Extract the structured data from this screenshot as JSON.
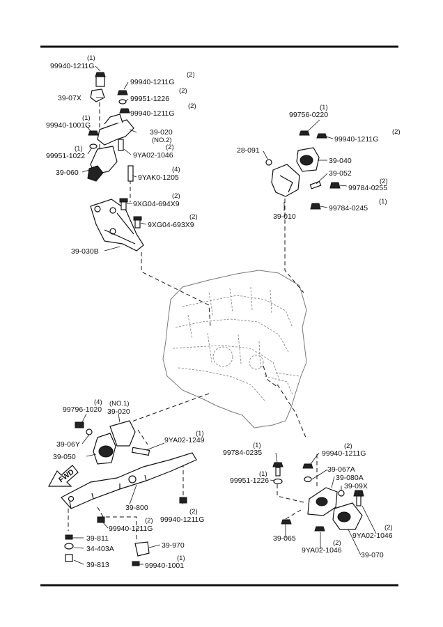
{
  "callouts": {
    "c1": {
      "code": "99940-1211G",
      "qty": "(1)"
    },
    "c2": {
      "code": "99940-1211G",
      "qty": "(2)"
    },
    "c3": {
      "code": "39-07X",
      "qty": ""
    },
    "c4": {
      "code": "99951-1226",
      "qty": "(2)"
    },
    "c5": {
      "code": "99940-1211G",
      "qty": "(2)"
    },
    "c6": {
      "code": "99940-1001G",
      "qty": "(1)"
    },
    "c7": {
      "code": "39-020",
      "qty": "(NO.2)"
    },
    "c8": {
      "code": "99951-1022",
      "qty": "(1)"
    },
    "c9": {
      "code": "9YA02-1046",
      "qty": "(2)"
    },
    "c10": {
      "code": "39-060",
      "qty": ""
    },
    "c11": {
      "code": "9YAK0-1205",
      "qty": "(4)"
    },
    "c12": {
      "code": "9XG04-694X9",
      "qty": "(2)"
    },
    "c13": {
      "code": "9XG04-693X9",
      "qty": "(2)"
    },
    "c14": {
      "code": "39-030B",
      "qty": ""
    },
    "c15": {
      "code": "99756-0220",
      "qty": "(1)"
    },
    "c16": {
      "code": "99940-1211G",
      "qty": "(2)"
    },
    "c17": {
      "code": "28-091",
      "qty": ""
    },
    "c18": {
      "code": "39-040",
      "qty": ""
    },
    "c19": {
      "code": "39-052",
      "qty": ""
    },
    "c20": {
      "code": "99784-0255",
      "qty": "(2)"
    },
    "c21": {
      "code": "99784-0245",
      "qty": "(1)"
    },
    "c22": {
      "code": "39-010",
      "qty": ""
    },
    "c23": {
      "code": "99796-1020",
      "qty": "(4)"
    },
    "c24": {
      "code": "39-020",
      "qty": "(NO.1)"
    },
    "c25": {
      "code": "39-06Y",
      "qty": ""
    },
    "c26": {
      "code": "9YA02-1249",
      "qty": "(1)"
    },
    "c27": {
      "code": "39-050",
      "qty": ""
    },
    "c28": {
      "code": "39-800",
      "qty": ""
    },
    "c29": {
      "code": "99940-1211G",
      "qty": "(2)"
    },
    "c30": {
      "code": "99940-1211G",
      "qty": "(2)"
    },
    "c31": {
      "code": "39-811",
      "qty": ""
    },
    "c32": {
      "code": "34-403A",
      "qty": ""
    },
    "c33": {
      "code": "39-970",
      "qty": ""
    },
    "c34": {
      "code": "39-813",
      "qty": ""
    },
    "c35": {
      "code": "99940-1001",
      "qty": "(1)"
    },
    "c36": {
      "code": "99784-0235",
      "qty": "(1)"
    },
    "c37": {
      "code": "99940-1211G",
      "qty": "(2)"
    },
    "c38": {
      "code": "39-067A",
      "qty": ""
    },
    "c39": {
      "code": "39-080A",
      "qty": ""
    },
    "c40": {
      "code": "99951-1226",
      "qty": "(1)"
    },
    "c41": {
      "code": "39-09X",
      "qty": ""
    },
    "c42": {
      "code": "39-065",
      "qty": ""
    },
    "c43": {
      "code": "9YA02-1046",
      "qty": "(2)"
    },
    "c44": {
      "code": "9YA02-1046",
      "qty": "(2)"
    },
    "c45": {
      "code": "39-070",
      "qty": ""
    }
  },
  "fwd_label": "FWD"
}
